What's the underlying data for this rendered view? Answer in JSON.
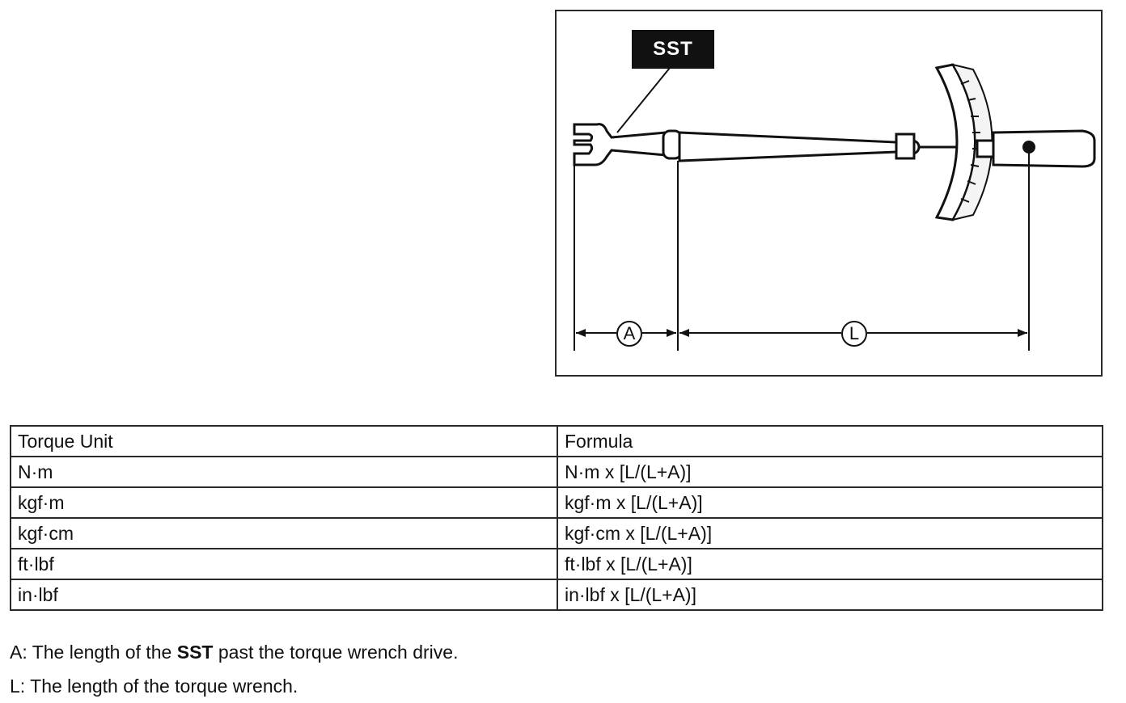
{
  "figure": {
    "sst_label": "SST",
    "dim_a_label": "A",
    "dim_l_label": "L"
  },
  "table": {
    "headers": [
      "Torque Unit",
      "Formula"
    ],
    "rows": [
      {
        "unit": "N·m",
        "formula": "N·m x [L/(L+A)]"
      },
      {
        "unit": "kgf·m",
        "formula": "kgf·m x [L/(L+A)]"
      },
      {
        "unit": "kgf·cm",
        "formula": "kgf·cm x [L/(L+A)]"
      },
      {
        "unit": "ft·lbf",
        "formula": "ft·lbf x [L/(L+A)]"
      },
      {
        "unit": "in·lbf",
        "formula": "in·lbf x [L/(L+A)]"
      }
    ]
  },
  "notes": {
    "a_prefix": "A: The length of the ",
    "a_bold": "SST",
    "a_suffix": " past the torque wrench drive.",
    "l_text": "L: The length of the torque wrench."
  }
}
